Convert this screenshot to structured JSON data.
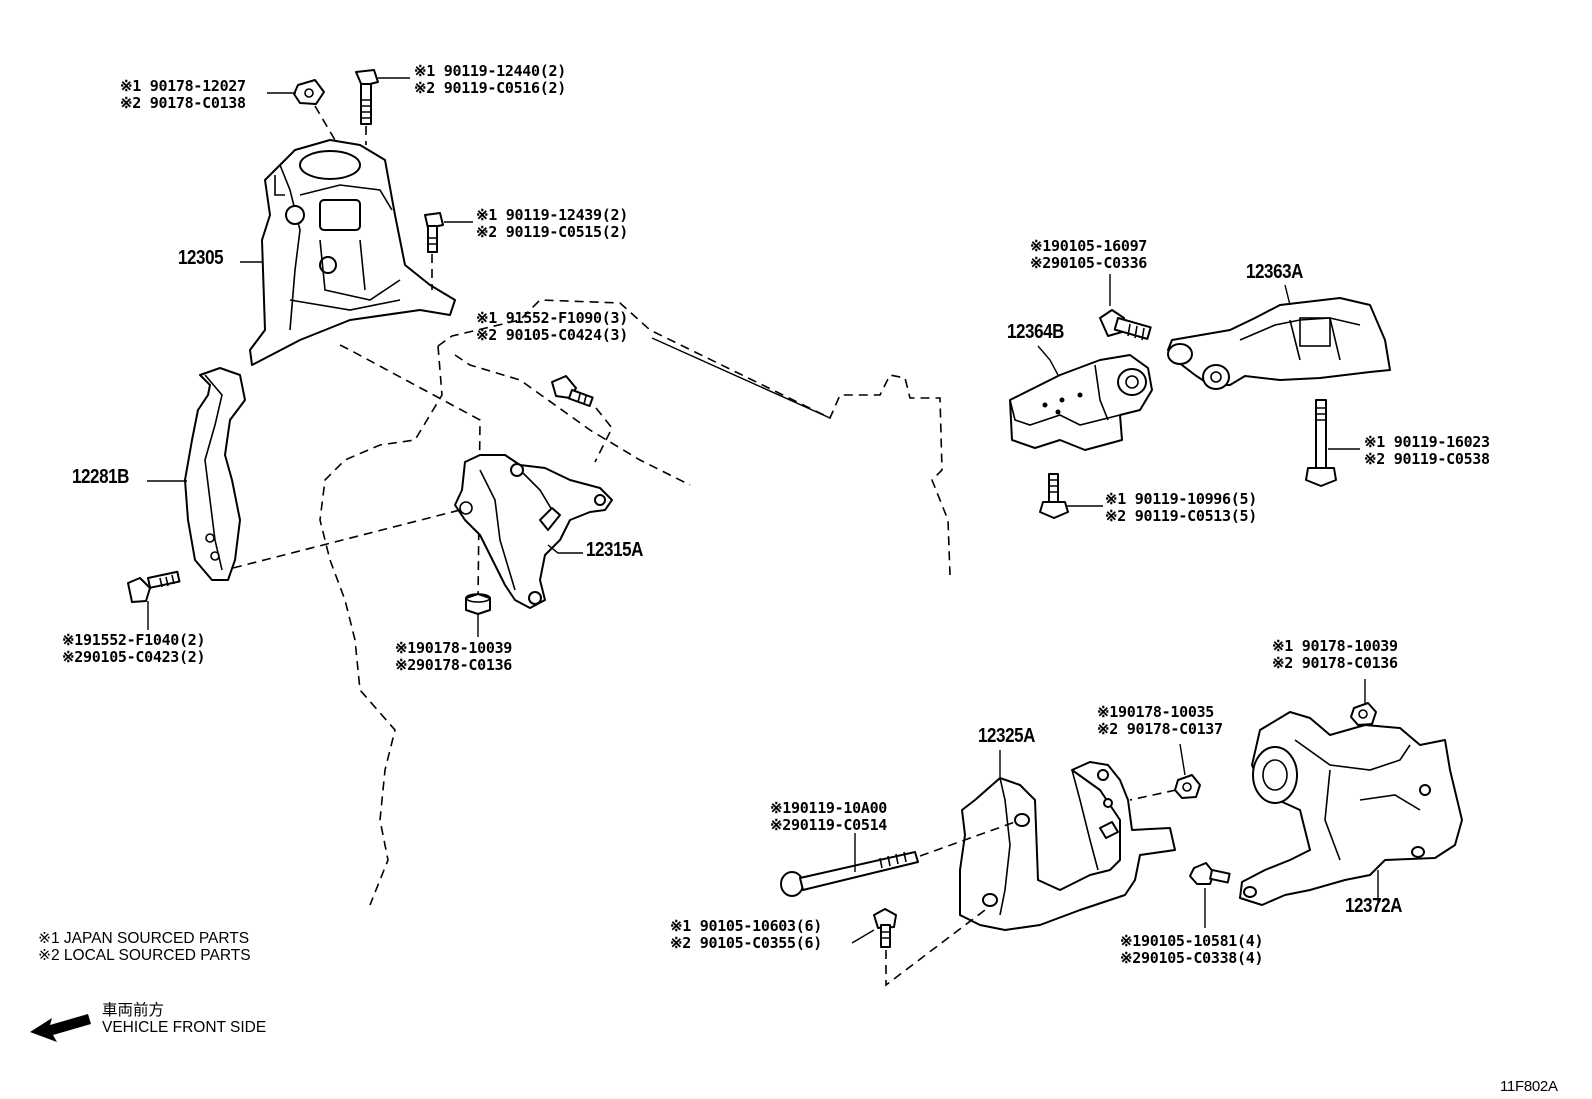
{
  "diagram_code": "11F802A",
  "legend": {
    "line1": "※1  JAPAN SOURCED PARTS",
    "line2": "※2  LOCAL SOURCED PARTS"
  },
  "direction": {
    "jp": "車両前方",
    "en": "VEHICLE FRONT SIDE"
  },
  "parts": {
    "p12305": "12305",
    "p12281B": "12281B",
    "p12315A": "12315A",
    "p12364B": "12364B",
    "p12363A": "12363A",
    "p12325A": "12325A",
    "p12372A": "12372A"
  },
  "fasteners": {
    "f1": [
      "※1 90178-12027",
      "※2 90178-C0138"
    ],
    "f2": [
      "※1 90119-12440(2)",
      "※2 90119-C0516(2)"
    ],
    "f3": [
      "※1 90119-12439(2)",
      "※2 90119-C0515(2)"
    ],
    "f4": [
      "※1 91552-F1090(3)",
      "※2 90105-C0424(3)"
    ],
    "f5": [
      "※191552-F1040(2)",
      "※290105-C0423(2)"
    ],
    "f6": [
      "※190178-10039",
      "※290178-C0136"
    ],
    "f7": [
      "※190105-16097",
      "※290105-C0336"
    ],
    "f8": [
      "※1 90119-16023",
      "※2 90119-C0538"
    ],
    "f9": [
      "※1 90119-10996(5)",
      "※2 90119-C0513(5)"
    ],
    "f10": [
      "※1 90178-10039",
      "※2 90178-C0136"
    ],
    "f11": [
      "※190178-10035",
      "※2 90178-C0137"
    ],
    "f12": [
      "※190119-10A00",
      "※290119-C0514"
    ],
    "f13": [
      "※1 90105-10603(6)",
      "※2 90105-C0355(6)"
    ],
    "f14": [
      "※190105-10581(4)",
      "※290105-C0338(4)"
    ]
  }
}
